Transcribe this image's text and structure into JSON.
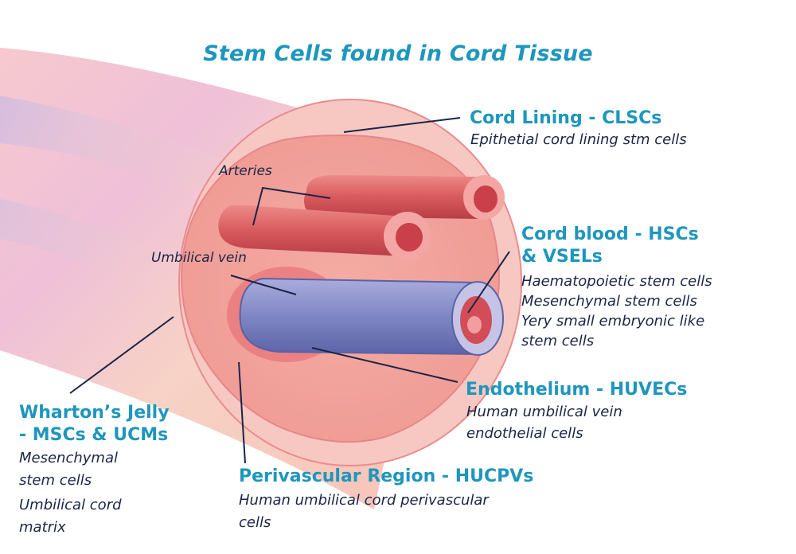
{
  "title": "Stem Cells found in Cord Tissue",
  "colors": {
    "heading": "#1e96bd",
    "body_text": "#1a2548",
    "leader_line": "#1a2548",
    "cord_tissue": "#f2a29b",
    "cord_lining": "#f7c8c2",
    "artery": "#d9585c",
    "vein": "#7f86c4"
  },
  "inner_labels": {
    "arteries": "Arteries",
    "umbilical_vein": "Umbilical vein"
  },
  "callouts": {
    "cord_lining": {
      "heading": "Cord Lining - CLSCs",
      "lines": [
        "Epithetial cord lining stm cells"
      ]
    },
    "cord_blood": {
      "heading": [
        "Cord blood - HSCs",
        "& VSELs"
      ],
      "lines": [
        "Haematopoietic stem cells",
        "Mesenchymal  stem cells",
        "Yery small embryonic like",
        "stem cells"
      ]
    },
    "endothelium": {
      "heading": "Endothelium - HUVECs",
      "lines": [
        "Human umbilical vein",
        "endothelial cells"
      ]
    },
    "whartons_jelly": {
      "heading": [
        "Wharton’s Jelly",
        "- MSCs & UCMs"
      ],
      "lines": [
        "Mesenchymal",
        "stem cells",
        "Umbilical cord",
        "matrix"
      ]
    },
    "perivascular": {
      "heading": "Perivascular Region - HUCPVs",
      "lines": [
        "Human umbilical cord perivascular",
        "cells"
      ]
    }
  }
}
